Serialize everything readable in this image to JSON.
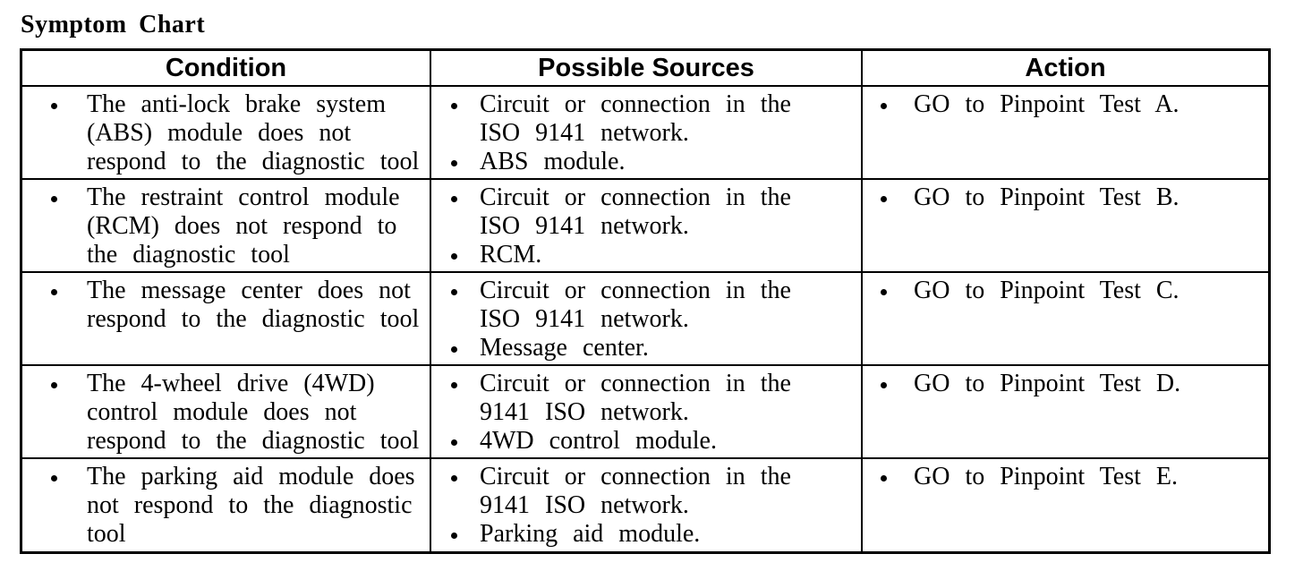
{
  "title": "Symptom Chart",
  "table": {
    "headers": [
      "Condition",
      "Possible Sources",
      "Action"
    ],
    "rows": [
      {
        "condition": "The anti-lock brake system (ABS) module does not respond to the diagnostic tool",
        "sources": [
          "Circuit or connection in the ISO 9141 network.",
          "ABS module."
        ],
        "action": "GO to Pinpoint Test A."
      },
      {
        "condition": "The restraint control module (RCM) does not respond to the diagnostic tool",
        "sources": [
          "Circuit or connection in the ISO 9141 network.",
          "RCM."
        ],
        "action": "GO to Pinpoint Test B."
      },
      {
        "condition": "The message center does not respond to the diagnostic tool",
        "sources": [
          "Circuit or connection in the ISO 9141 network.",
          "Message center."
        ],
        "action": "GO to Pinpoint Test C."
      },
      {
        "condition": "The 4-wheel drive (4WD) control module does not respond to the diagnostic tool",
        "sources": [
          "Circuit or connection in the 9141 ISO network.",
          "4WD control module."
        ],
        "action": "GO to Pinpoint Test D."
      },
      {
        "condition": "The parking aid module does not respond to the diagnostic tool",
        "sources": [
          "Circuit or connection in the 9141 ISO network.",
          "Parking aid module."
        ],
        "action": "GO to Pinpoint Test E."
      }
    ]
  },
  "colors": {
    "text": "#000000",
    "border": "#000000",
    "background": "#ffffff"
  }
}
